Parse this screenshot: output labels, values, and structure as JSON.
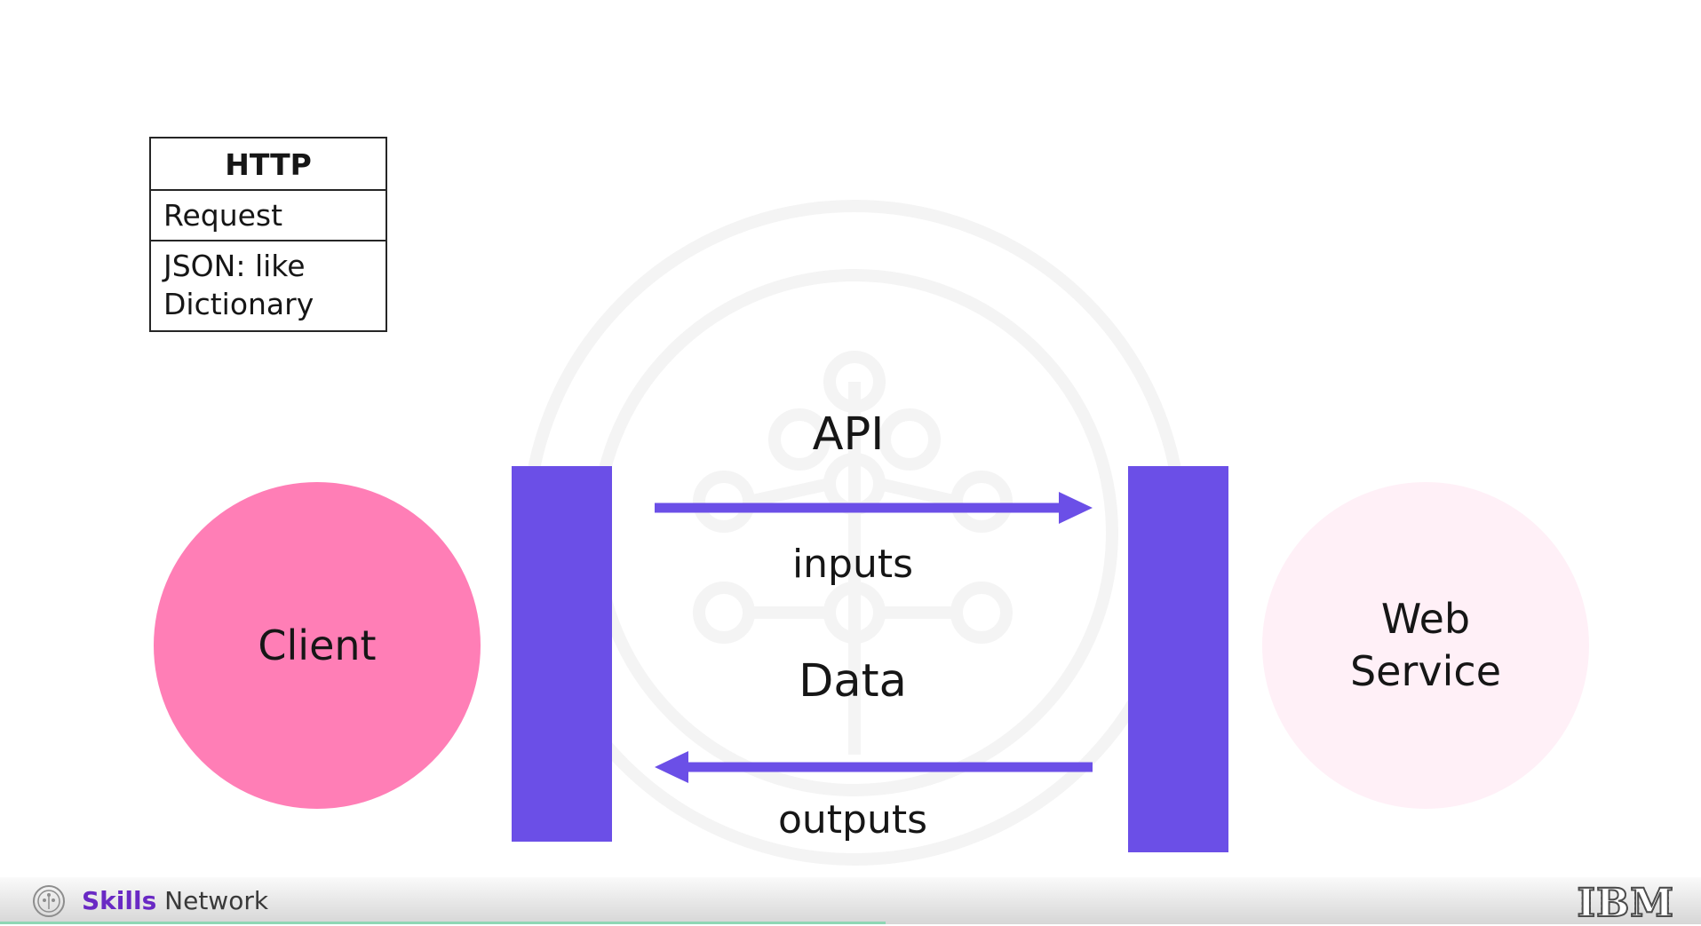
{
  "http_table": {
    "header": "HTTP",
    "row1": "Request",
    "row2": "JSON: like\nDictionary"
  },
  "diagram": {
    "client_label": "Client",
    "service_label": "Web\nService",
    "api_label": "API",
    "inputs_label": "inputs",
    "data_label": "Data",
    "outputs_label": "outputs"
  },
  "footer": {
    "brand_bold": "Skills",
    "brand_rest": " Network",
    "corporate_logo": "IBM"
  },
  "colors": {
    "client_fill": "#ff7eb6",
    "service_fill": "#fff0f7",
    "api_block": "#6b4fe7",
    "arrow": "#6b4fe7",
    "brand_accent": "#6929c4"
  }
}
